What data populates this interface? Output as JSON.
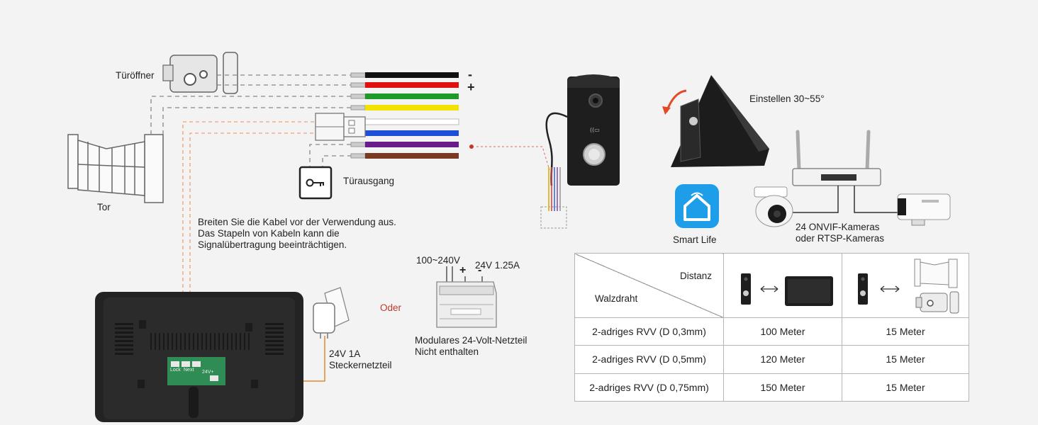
{
  "labels": {
    "door_opener": "Türöffner",
    "gate": "Tor",
    "minus": "-",
    "plus": "+",
    "exit_button": "Türausgang",
    "note_line1": "Breiten Sie die Kabel vor der Verwendung aus.",
    "note_line2": "Das Stapeln von Kabeln kann die",
    "note_line3": "Signalübertragung beeinträchtigen.",
    "adjust": "Einstellen 30~55°",
    "smart_life": "Smart Life",
    "cameras_line1": "24 ONVIF-Kameras",
    "cameras_line2": "oder RTSP-Kameras",
    "input_voltage": "100~240V",
    "output_voltage": "24V 1.25A",
    "psu_plus": "+",
    "psu_minus": "-",
    "or": "Oder",
    "din_psu_line1": "Modulares 24-Volt-Netzteil",
    "din_psu_line2": "Nicht enthalten",
    "adapter_line1": "24V 1A",
    "adapter_line2": "Steckernetzteil",
    "board_lock": "Lock",
    "board_next": "Next",
    "board_24v": "24V+"
  },
  "distance_table": {
    "header_distance": "Distanz",
    "header_wire": "Walzdraht",
    "rows": [
      {
        "wire": "2-adriges RVV (D 0,3mm)",
        "monitor": "100 Meter",
        "lock": "15 Meter"
      },
      {
        "wire": "2-adriges RVV (D 0,5mm)",
        "monitor": "120 Meter",
        "lock": "15 Meter"
      },
      {
        "wire": "2-adriges RVV (D 0,75mm)",
        "monitor": "150 Meter",
        "lock": "15 Meter"
      }
    ]
  },
  "colors": {
    "wire_black": "#111111",
    "wire_red": "#e01010",
    "wire_green": "#1e9a2a",
    "wire_yellow": "#f2e200",
    "wire_white": "#ffffff",
    "wire_blue": "#1d4fd8",
    "wire_purple": "#6a1a8a",
    "wire_brown": "#7a3a22",
    "orange_dash": "#f0a070",
    "smart_life_blue": "#1e9ee8"
  }
}
